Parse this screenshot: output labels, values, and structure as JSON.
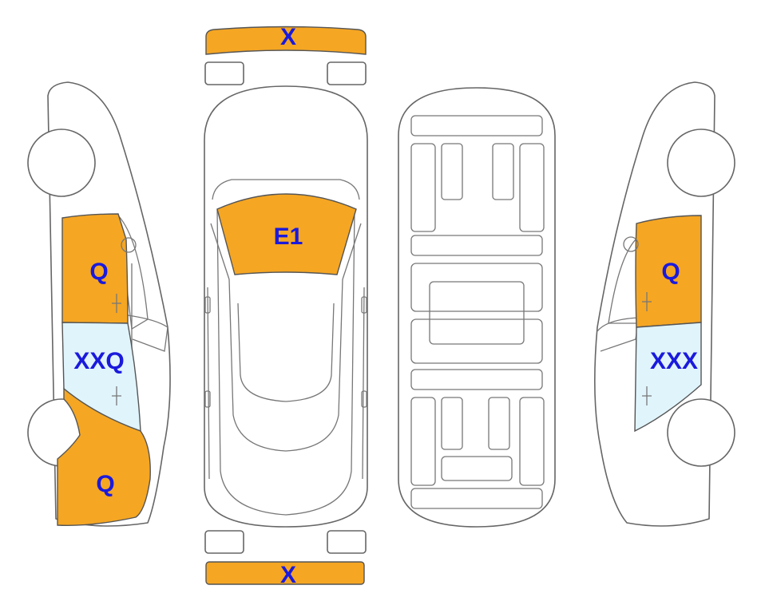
{
  "colors": {
    "damage": "#F5A623",
    "glass": "#E0F4FC",
    "label": "#1A1ADC",
    "outline": "#666666"
  },
  "labels": {
    "front_bumper": "X",
    "rear_bumper": "X",
    "windshield": "E1",
    "left_front_door": "Q",
    "left_window": "XXQ",
    "left_rear_panel": "Q",
    "right_door": "Q",
    "right_window": "XXX"
  }
}
